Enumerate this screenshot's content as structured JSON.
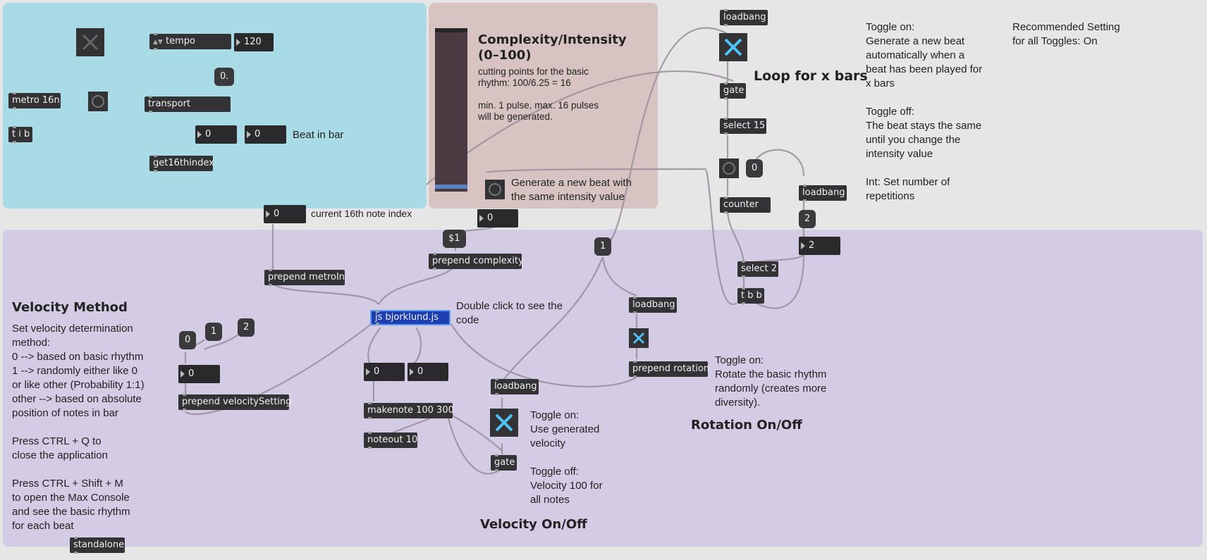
{
  "colors": {
    "top_left_panel": "#a8dbe6",
    "top_mid_panel": "#d7c4c2",
    "bottom_panel": "#d4cbe4",
    "accent_toggle": "#4fc3f7",
    "js_object": "#1e3fb0"
  },
  "top_left": {
    "tempo_param": "tempo",
    "tempo_value": "120",
    "float_box": "0.",
    "metro": "metro 16n",
    "transport": "transport",
    "tib": "t i b",
    "num_a": "0",
    "num_b": "0",
    "beat_in_bar_label": "Beat in bar",
    "get16": "get16thindex",
    "current_index_value": "0",
    "current_index_label": "current 16th note index"
  },
  "top_mid": {
    "title": "Complexity/Intensity\n(0–100)",
    "desc": "cutting points for the basic\nrhythm: 100/6.25 = 16\n\nmin. 1 pulse, max. 16 pulses\nwill be generated.",
    "generate_label": "Generate a new beat with\nthe same intensity value",
    "slider_number": "0"
  },
  "loop": {
    "loadbang": "loadbang",
    "gate": "gate",
    "select15": "select 15",
    "title": "Loop for x bars",
    "counter_value": "0",
    "counter": "counter",
    "loadbang2": "loadbang",
    "msg_2": "2",
    "num_2": "2",
    "select2": "select 2",
    "tbb": "t b b"
  },
  "right_text": {
    "toggle_desc": "Toggle on:\nGenerate a new beat\nautomatically when a\nbeat has been played for\nx bars\n\nToggle off:\nThe beat stays the same\nuntil you change the\nintensity value\n\nInt: Set number of\nrepetitions",
    "recommended": "Recommended Setting\nfor all Toggles: On"
  },
  "bottom": {
    "dollar1": "$1",
    "prepend_complexity": "prepend complexity",
    "prepend_metroln": "prepend metroIn",
    "js": "js bjorklund.js",
    "js_hint": "Double click to see the\ncode",
    "msg_1_top": "1",
    "loadbang_rot": "loadbang",
    "prepend_rotation": "prepend rotation",
    "rotation_desc": "Toggle on:\nRotate the basic rhythm\nrandomly (creates more\ndiversity).",
    "rotation_title": "Rotation On/Off",
    "num_left": "0",
    "num_right": "0",
    "makenote": "makenote 100 300",
    "noteout": "noteout 10",
    "loadbang_vel": "loadbang",
    "gate_vel": "gate",
    "vel_toggle_desc": "Toggle on:\nUse generated\nvelocity\n\nToggle off:\nVelocity 100 for\nall notes",
    "velocity_title": "Velocity On/Off",
    "vel_msg0": "0",
    "vel_msg1": "1",
    "vel_msg2": "2",
    "vel_num": "0",
    "prepend_velocity": "prepend velocitySetting",
    "vm_title": "Velocity Method",
    "vm_desc": "Set velocity determination\nmethod:\n0 --> based on basic rhythm\n1 --> randomly either like 0\nor like other (Probability 1:1)\nother --> based on absolute\nposition of notes in bar\n\nPress CTRL + Q to\nclose the application\n\nPress CTRL + Shift + M\nto open the Max Console\nand see the basic rhythm\nfor each beat",
    "standalone": "standalone"
  }
}
